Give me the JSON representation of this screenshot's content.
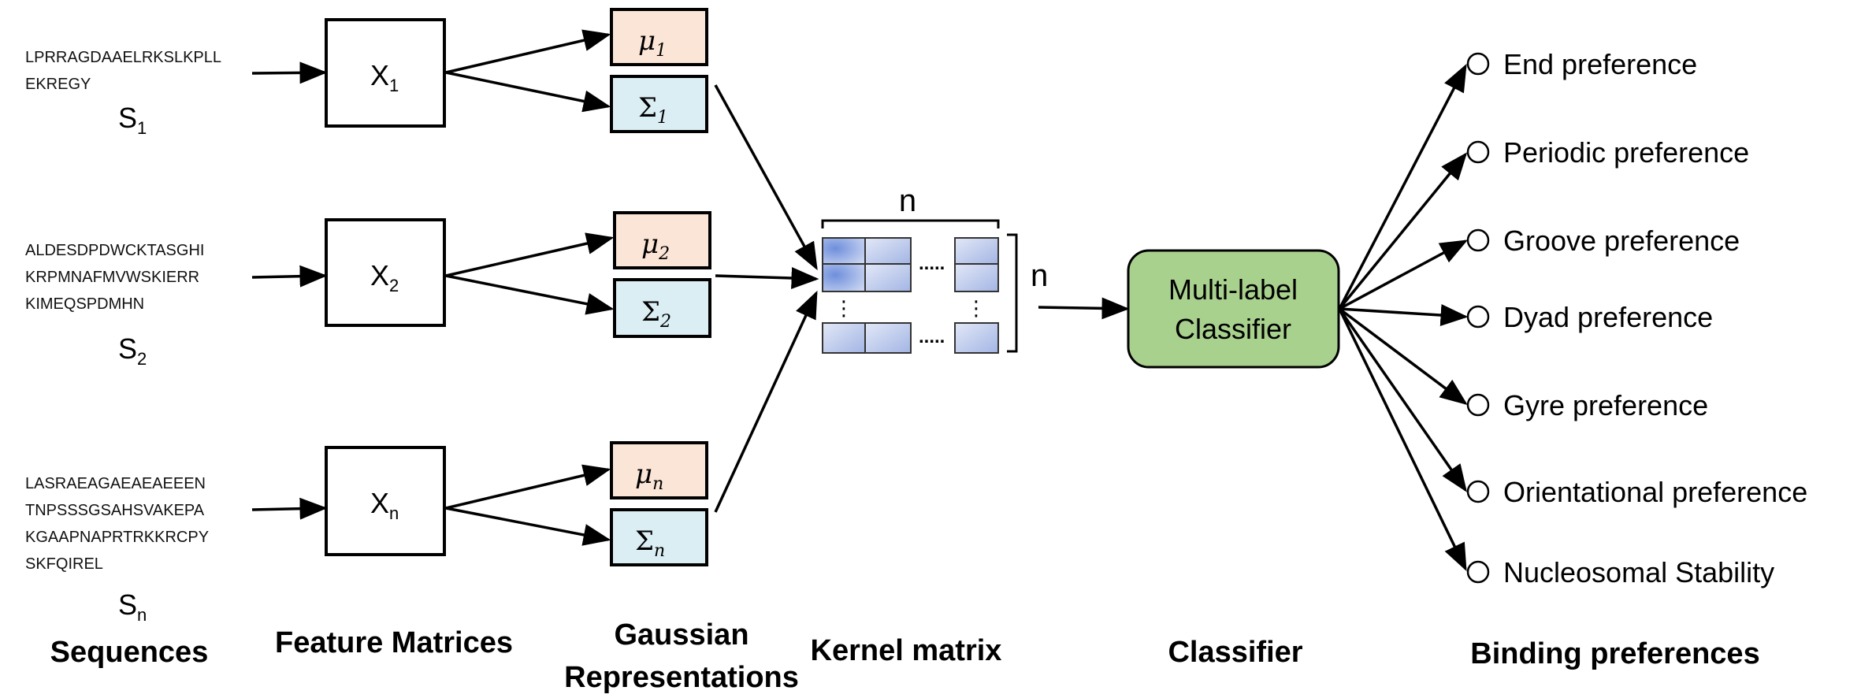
{
  "sequences": [
    {
      "text_lines": [
        "LPRRAGDAAELRKSLKPLL",
        "EKREGY"
      ],
      "label": "S",
      "subscript": "1"
    },
    {
      "text_lines": [
        "ALDESDPDWCKTASGHI",
        "KRPMNAFMVWSKIERR",
        "KIMEQSPDMHN"
      ],
      "label": "S",
      "subscript": "2"
    },
    {
      "text_lines": [
        "LASRAEAGAEAEAEEEN",
        "TNPSSSGSAHSVAKEPA",
        "KGAAPNAPRTRKKRCPY",
        "SKFQIREL"
      ],
      "label": "S",
      "subscript": "n"
    }
  ],
  "feature_matrices": [
    {
      "label": "X",
      "subscript": "1"
    },
    {
      "label": "X",
      "subscript": "2"
    },
    {
      "label": "X",
      "subscript": "n"
    }
  ],
  "gaussian": [
    {
      "mu": "μ",
      "mu_sub": "1",
      "sigma": "Σ",
      "sigma_sub": "1"
    },
    {
      "mu": "μ",
      "mu_sub": "2",
      "sigma": "Σ",
      "sigma_sub": "2"
    },
    {
      "mu": "μ",
      "mu_sub": "n",
      "sigma": "Σ",
      "sigma_sub": "n"
    }
  ],
  "kernel": {
    "top_label": "n",
    "side_label": "n",
    "dots_horizontal": ".....",
    "dots_vertical": "⋮"
  },
  "classifier": {
    "line1": "Multi-label",
    "line2": "Classifier",
    "fill_color": "#a9d18e"
  },
  "preferences": [
    "End preference",
    "Periodic preference",
    "Groove preference",
    "Dyad preference",
    "Gyre preference",
    "Orientational preference",
    "Nucleosomal Stability"
  ],
  "column_labels": {
    "sequences": "Sequences",
    "feature_matrices": "Feature Matrices",
    "gaussian_line1": "Gaussian",
    "gaussian_line2": "Representations",
    "kernel_matrix": "Kernel matrix",
    "classifier": "Classifier",
    "binding_preferences": "Binding preferences"
  },
  "colors": {
    "mu_box": "#fbe5d6",
    "sigma_box": "#dbeef4",
    "kernel_cell": "#a9bbe6"
  }
}
